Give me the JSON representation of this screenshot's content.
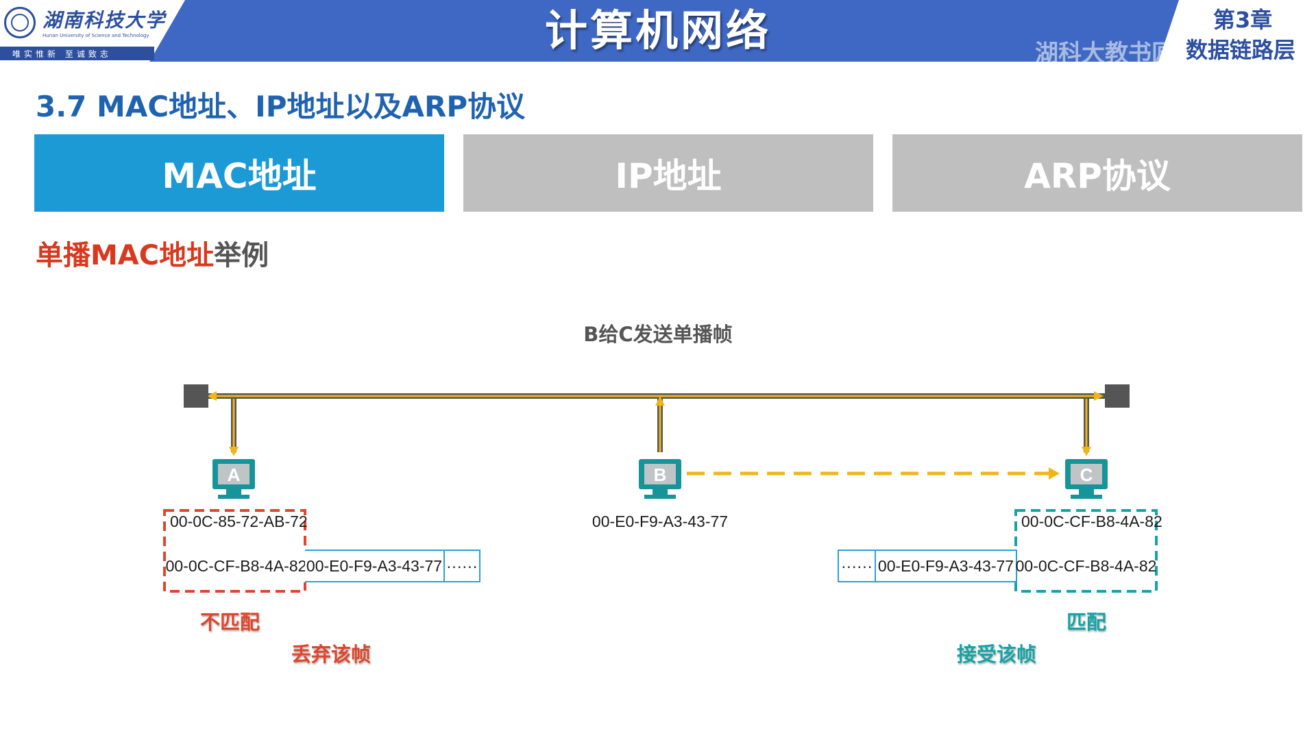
{
  "header": {
    "logo_name": "湖南科技大学",
    "logo_english": "Hunan University of Science and Technology",
    "logo_motto": "唯实惟新 至诚致志",
    "course_title": "计算机网络",
    "chapter_number": "第3章",
    "chapter_name": "数据链路层",
    "watermark": "湖科大教书匠"
  },
  "section_title": "3.7 MAC地址、IP地址以及ARP协议",
  "tabs": [
    {
      "label": "MAC地址",
      "active": true
    },
    {
      "label": "IP地址",
      "active": false
    },
    {
      "label": "ARP协议",
      "active": false
    }
  ],
  "subtitle": {
    "highlight": "单播MAC地址",
    "rest": "举例"
  },
  "diagram": {
    "caption": "B给C发送单播帧",
    "hosts": [
      {
        "letter": "A",
        "mac": "00-0C-85-72-AB-72"
      },
      {
        "letter": "B",
        "mac": "00-E0-F9-A3-43-77"
      },
      {
        "letter": "C",
        "mac": "00-0C-CF-B8-4A-82"
      }
    ],
    "frame_a": {
      "dest": "00-0C-CF-B8-4A-82",
      "src": "00-E0-F9-A3-43-77",
      "rest": "······"
    },
    "frame_c": {
      "rest": "······",
      "src": "00-E0-F9-A3-43-77",
      "dest": "00-0C-CF-B8-4A-82"
    },
    "result_a": {
      "match": "不匹配",
      "action": "丢弃该帧"
    },
    "result_c": {
      "match": "匹配",
      "action": "接受该帧"
    }
  },
  "colors": {
    "header_blue": "#3f68c4",
    "active_tab": "#1c9ad6",
    "inactive_tab": "#bfbfbf",
    "host_teal": "#17949a",
    "bus_arrow": "#f0b619",
    "mismatch_red": "#e0442a",
    "match_teal": "#16a3a6"
  }
}
